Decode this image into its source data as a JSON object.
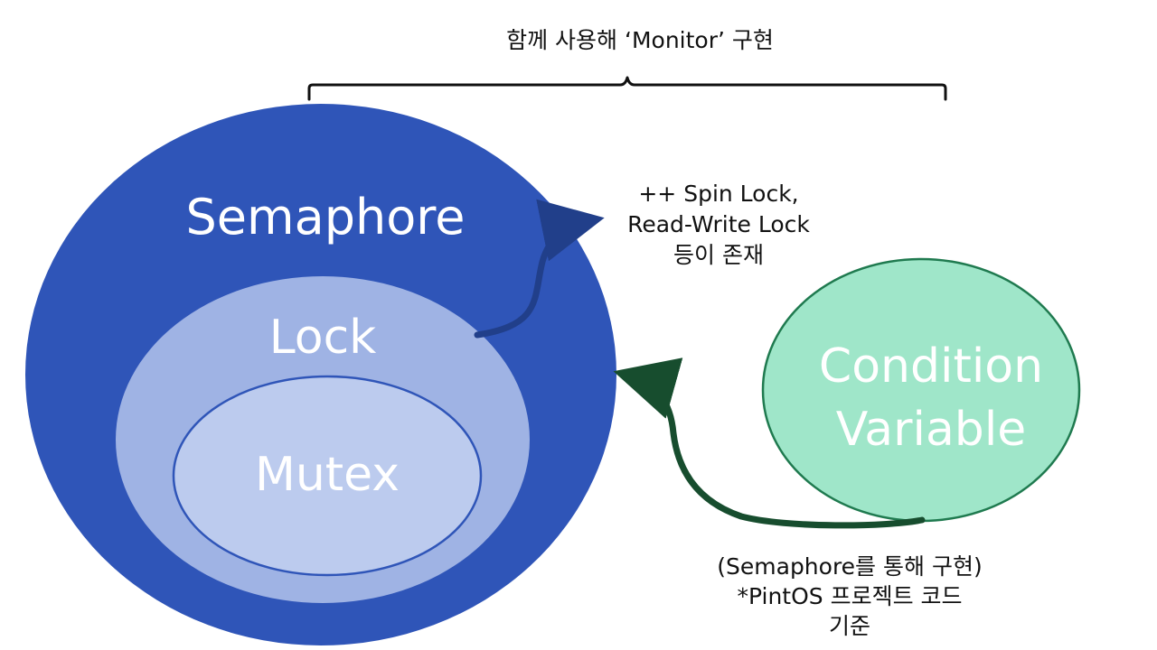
{
  "monitor_caption": "함께 사용해 ‘Monitor’ 구현",
  "semaphore_label": "Semaphore",
  "lock_label": "Lock",
  "mutex_label": "Mutex",
  "condition_label": [
    "Condition",
    "Variable"
  ],
  "lock_note": [
    "++ Spin Lock,",
    "Read-Write Lock",
    "등이 존재"
  ],
  "condition_note": [
    "(Semaphore를 통해 구현)",
    "*PintOS 프로젝트 코드",
    "기준"
  ],
  "colors": {
    "semaphore": "#2f55b8",
    "lock": "#9fb3e4",
    "mutex": "#bccbee",
    "condition_fill": "#9fe6c9",
    "condition_stroke": "#1f7a4f",
    "arrow_blue": "#213f8a",
    "arrow_green": "#174d2e"
  }
}
